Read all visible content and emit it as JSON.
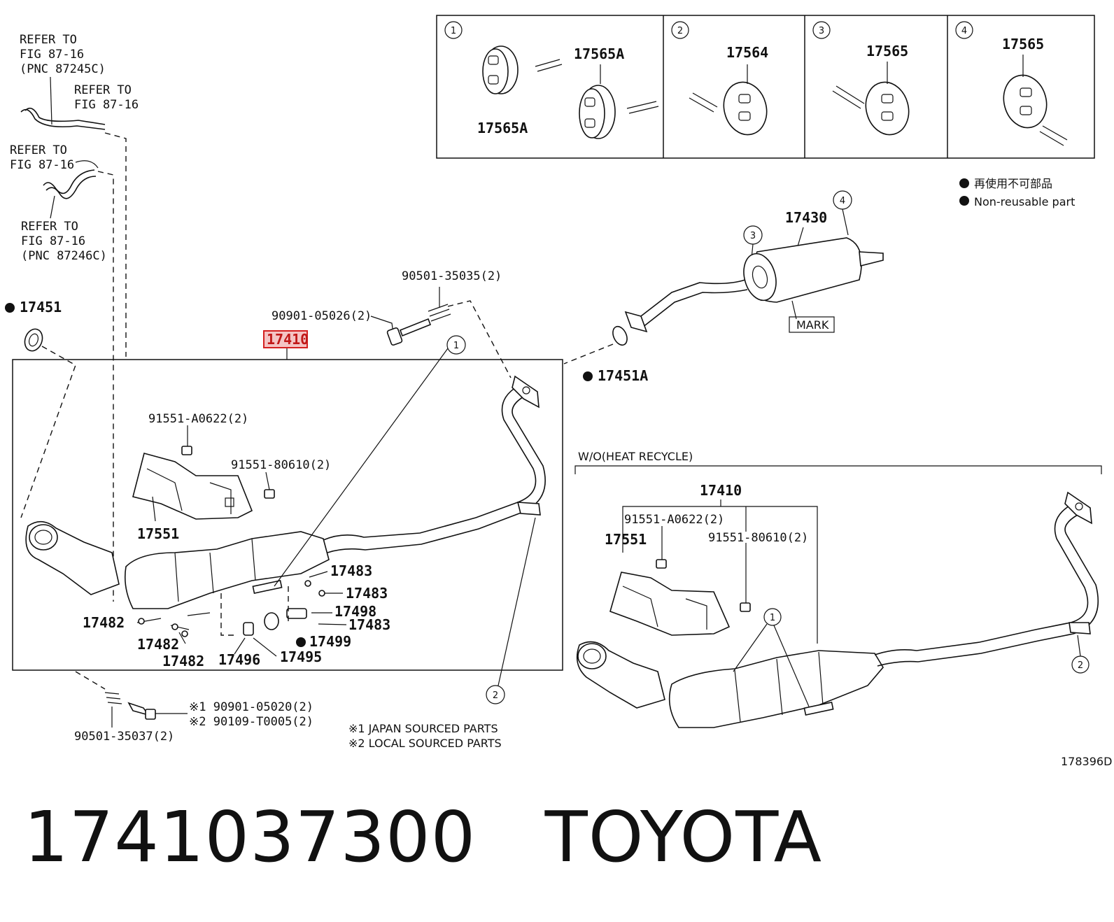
{
  "hardware_panel": {
    "cells": [
      {
        "num": "1",
        "parts": [
          "17565A",
          "17565A"
        ]
      },
      {
        "num": "2",
        "parts": [
          "17564"
        ]
      },
      {
        "num": "3",
        "parts": [
          "17565"
        ]
      },
      {
        "num": "4",
        "parts": [
          "17565"
        ]
      }
    ]
  },
  "legend": {
    "line_jp": "再使用不可部品",
    "line_en": "Non-reusable part"
  },
  "refer_notes": [
    {
      "line1": "REFER TO",
      "line2": "FIG 87-16",
      "line3": "(PNC 87245C)"
    },
    {
      "line1": "REFER TO",
      "line2": "FIG 87-16"
    },
    {
      "line1": "REFER TO",
      "line2": "FIG 87-16"
    },
    {
      "line1": "REFER TO",
      "line2": "FIG 87-16",
      "line3": "(PNC 87246C)"
    }
  ],
  "labels": {
    "gasket_17451": "17451",
    "gasket_17451a": "17451A",
    "muffler_17430": "17430",
    "mark": "MARK",
    "bolt_90901_05026": "90901-05026(2)",
    "spring_90501_35035": "90501-35035(2)",
    "highlight_17410": "17410",
    "bolt_91551_a0622": "91551-A0622(2)",
    "bolt_91551_80610": "91551-80610(2)",
    "insulator_17551": "17551",
    "p17483a": "17483",
    "p17483b": "17483",
    "p17498": "17498",
    "p17483c": "17483",
    "p17499": "17499",
    "p17495": "17495",
    "p17496": "17496",
    "p17482a": "17482",
    "p17482b": "17482",
    "p17482c": "17482",
    "callout_1": "1",
    "callout_2": "2",
    "callout_3": "3",
    "callout_4": "4",
    "spring_90501_35037": "90501-35037(2)",
    "note_bolt1": "※1 90901-05020(2)",
    "note_bolt2": "※2 90109-T0005(2)",
    "source1": "※1 JAPAN SOURCED PARTS",
    "source2": "※2 LOCAL SOURCED PARTS"
  },
  "inset": {
    "title": "W/O(HEAT RECYCLE)",
    "assembly": "17410",
    "insulator": "17551",
    "bolt_a": "91551-A0622(2)",
    "bolt_b": "91551-80610(2)",
    "callout_1": "1",
    "callout_2": "2"
  },
  "illustration_id": "178396D",
  "footer": {
    "part_number": "1741037300",
    "brand": "TOYOTA"
  }
}
